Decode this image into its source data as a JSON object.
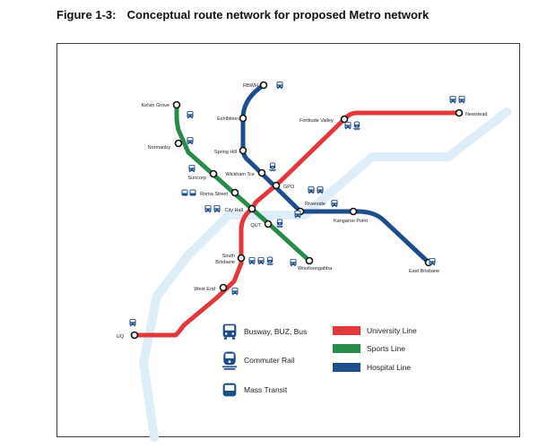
{
  "figure": {
    "number": "Figure 1-3:",
    "title": "Conceptual route network for proposed Metro network"
  },
  "colors": {
    "university": "#e2383c",
    "sports": "#2a8a4a",
    "hospital": "#1e4d8c",
    "river": "#ddeef8",
    "icon": "#1e4d8c"
  },
  "stations": {
    "rbwh": "RBWH",
    "exhibition": "Exhibition",
    "kelvin_grove": "Kelvin Grove",
    "normanby": "Normanby",
    "spring_hill": "Spring Hill",
    "fortitude_valley": "Fortitude Valley",
    "newstead": "Newstead",
    "suncorp": "Suncorp",
    "wickham_tce": "Wickham Tce",
    "gpo": "GPO",
    "roma_street": "Roma Street",
    "riverside": "Riverside",
    "city_hall": "City Hall",
    "kangaroo_point": "Kangaroo Point",
    "qut": "QUT",
    "south_brisbane_1": "South",
    "south_brisbane_2": "Brisbane",
    "woolloongabba": "Woolloongabba",
    "east_brisbane": "East Brisbane",
    "west_end": "West End",
    "uq": "UQ"
  },
  "legend": {
    "bus": "Busway, BUZ, Bus",
    "rail": "Commuter Rail",
    "mass_transit": "Mass Transit",
    "university": "University Line",
    "sports": "Sports Line",
    "hospital": "Hospital Line"
  }
}
